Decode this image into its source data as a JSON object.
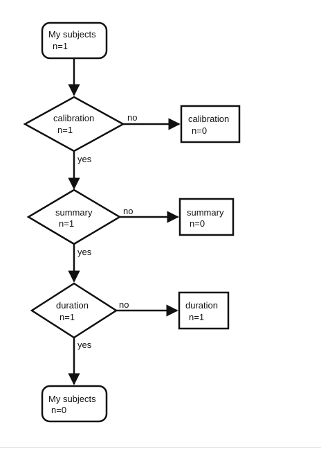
{
  "flowchart": {
    "start": {
      "label": "My subjects",
      "count": "n=1"
    },
    "end": {
      "label": "My subjects",
      "count": "n=0"
    },
    "steps": [
      {
        "decision": {
          "label": "calibration",
          "count": "n=1"
        },
        "no_label": "no",
        "yes_label": "yes",
        "excluded": {
          "label": "calibration",
          "count": "n=0"
        }
      },
      {
        "decision": {
          "label": "summary",
          "count": "n=1"
        },
        "no_label": "no",
        "yes_label": "yes",
        "excluded": {
          "label": "summary",
          "count": "n=0"
        }
      },
      {
        "decision": {
          "label": "duration",
          "count": "n=1"
        },
        "no_label": "no",
        "yes_label": "yes",
        "excluded": {
          "label": "duration",
          "count": "n=1"
        }
      }
    ]
  }
}
